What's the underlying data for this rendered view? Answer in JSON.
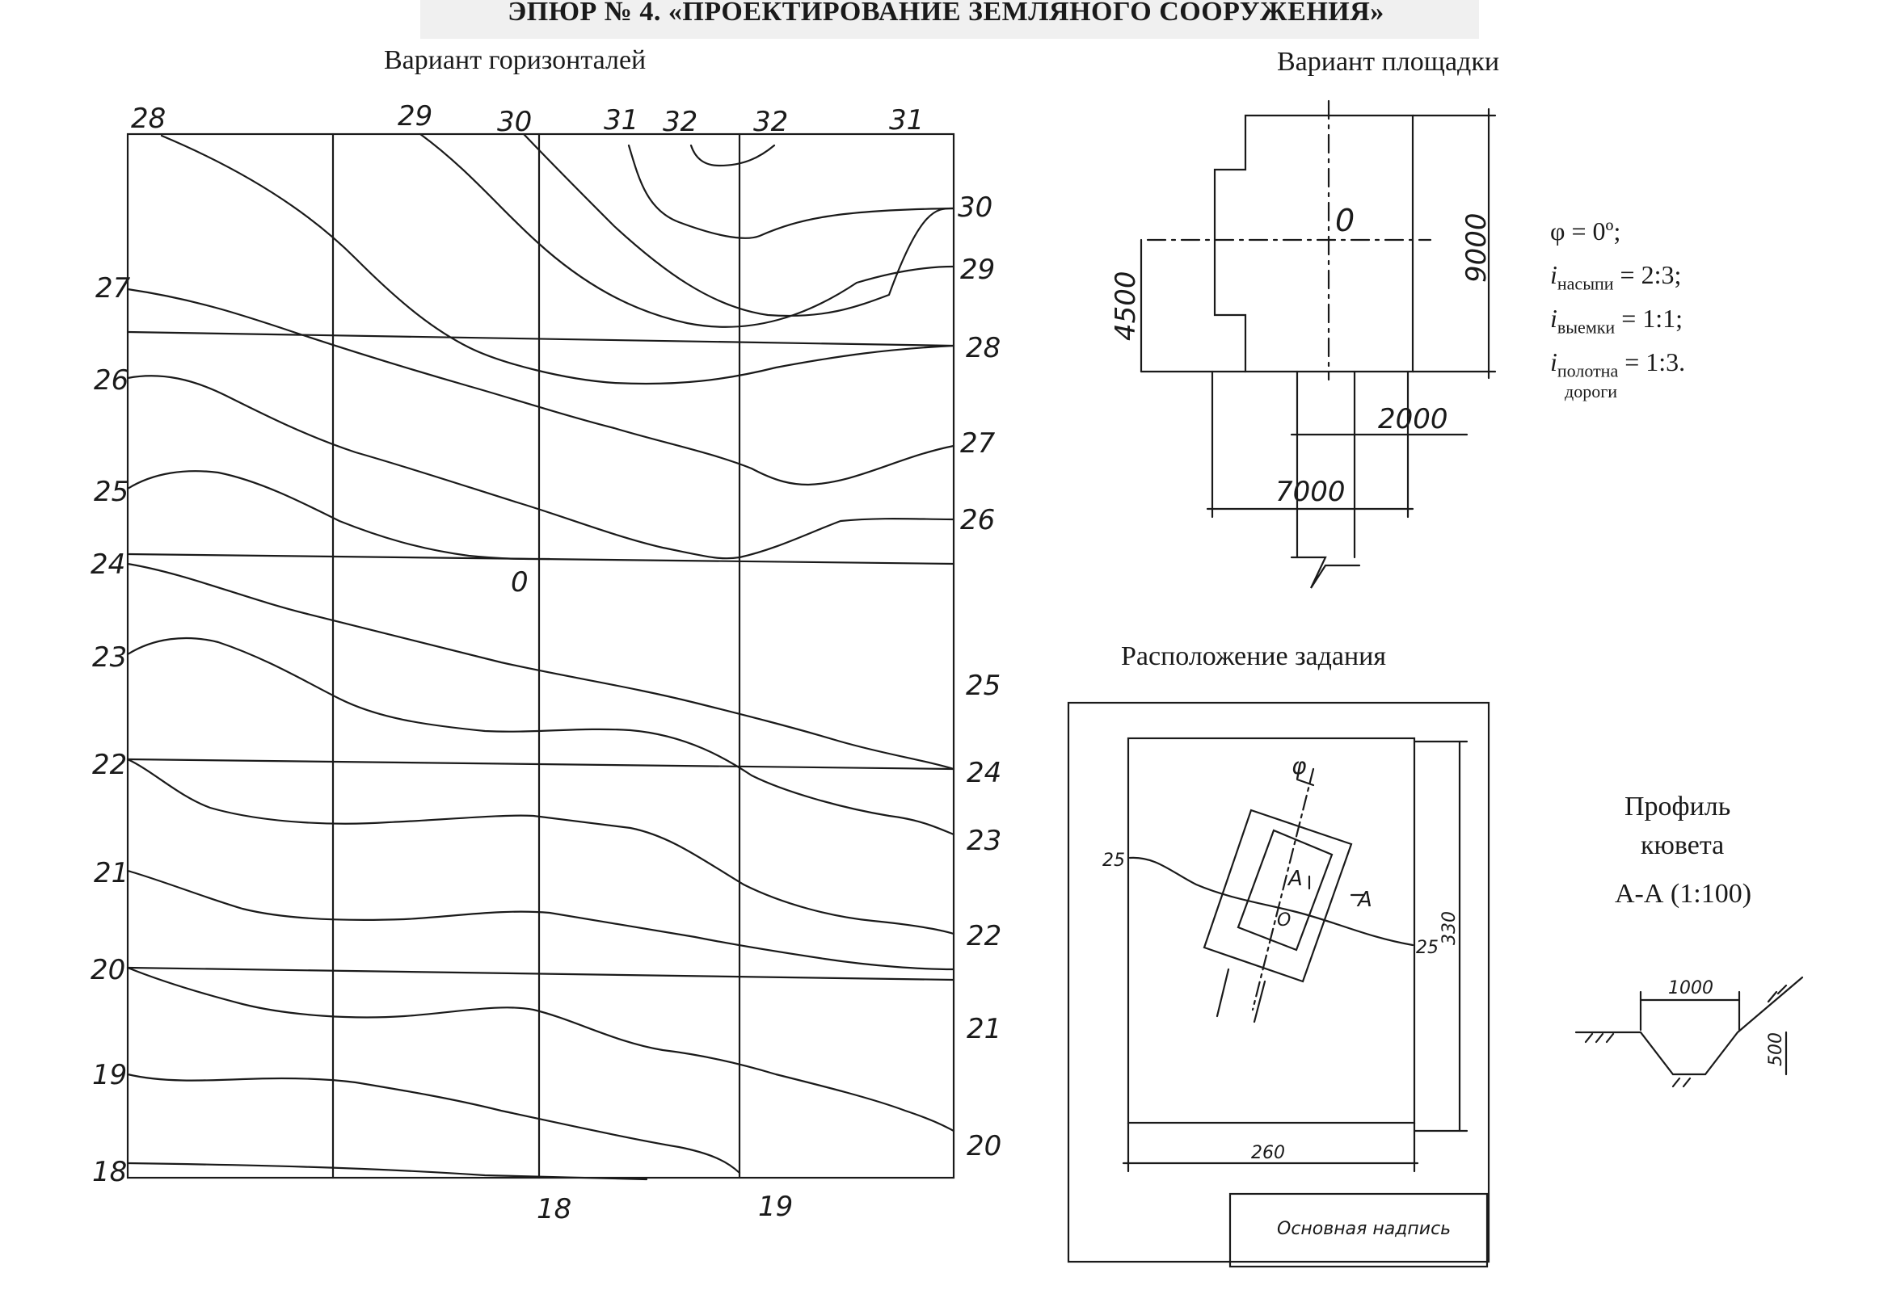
{
  "title": "ЭПЮР № 4. «ПРОЕКТИРОВАНИЕ ЗЕМЛЯНОГО СООРУЖЕНИЯ»",
  "contour_map": {
    "caption": "Вариант горизонталей",
    "top_labels": [
      "28",
      "29",
      "30",
      "31",
      "32",
      "32",
      "31"
    ],
    "right_labels": [
      "30",
      "29",
      "28",
      "27",
      "26",
      "25",
      "24",
      "23",
      "22",
      "21",
      "20"
    ],
    "left_labels": [
      "27",
      "26",
      "25",
      "24",
      "23",
      "22",
      "21",
      "20",
      "19",
      "18"
    ],
    "bottom_labels": [
      "18",
      "19"
    ],
    "center_point": "0"
  },
  "platform": {
    "caption": "Вариант площадки",
    "center_label": "0",
    "dim_height": "9000",
    "dim_half": "4500",
    "dim_road": "2000",
    "dim_width": "7000"
  },
  "parameters": {
    "phi": "φ = 0º;",
    "fill": {
      "symbol": "i",
      "sub": "насыпи",
      "value": "= 2:3;"
    },
    "cut": {
      "symbol": "i",
      "sub": "выемки",
      "value": "= 1:1;"
    },
    "road": {
      "symbol": "i",
      "sub": "полотна",
      "sub2": "дороги",
      "value": "= 1:3."
    }
  },
  "layout_sheet": {
    "caption": "Расположение задания",
    "phi": "φ",
    "contour_left": "25",
    "contour_right": "25",
    "section_a1": "A",
    "section_a2": "A",
    "center": "O",
    "dim_height": "330",
    "dim_width": "260",
    "title_block": "Основная надпись"
  },
  "ditch_profile": {
    "caption_line1": "Профиль",
    "caption_line2": "кювета",
    "caption_line3": "А-А (1:100)",
    "dim_width": "1000",
    "dim_depth": "500"
  }
}
